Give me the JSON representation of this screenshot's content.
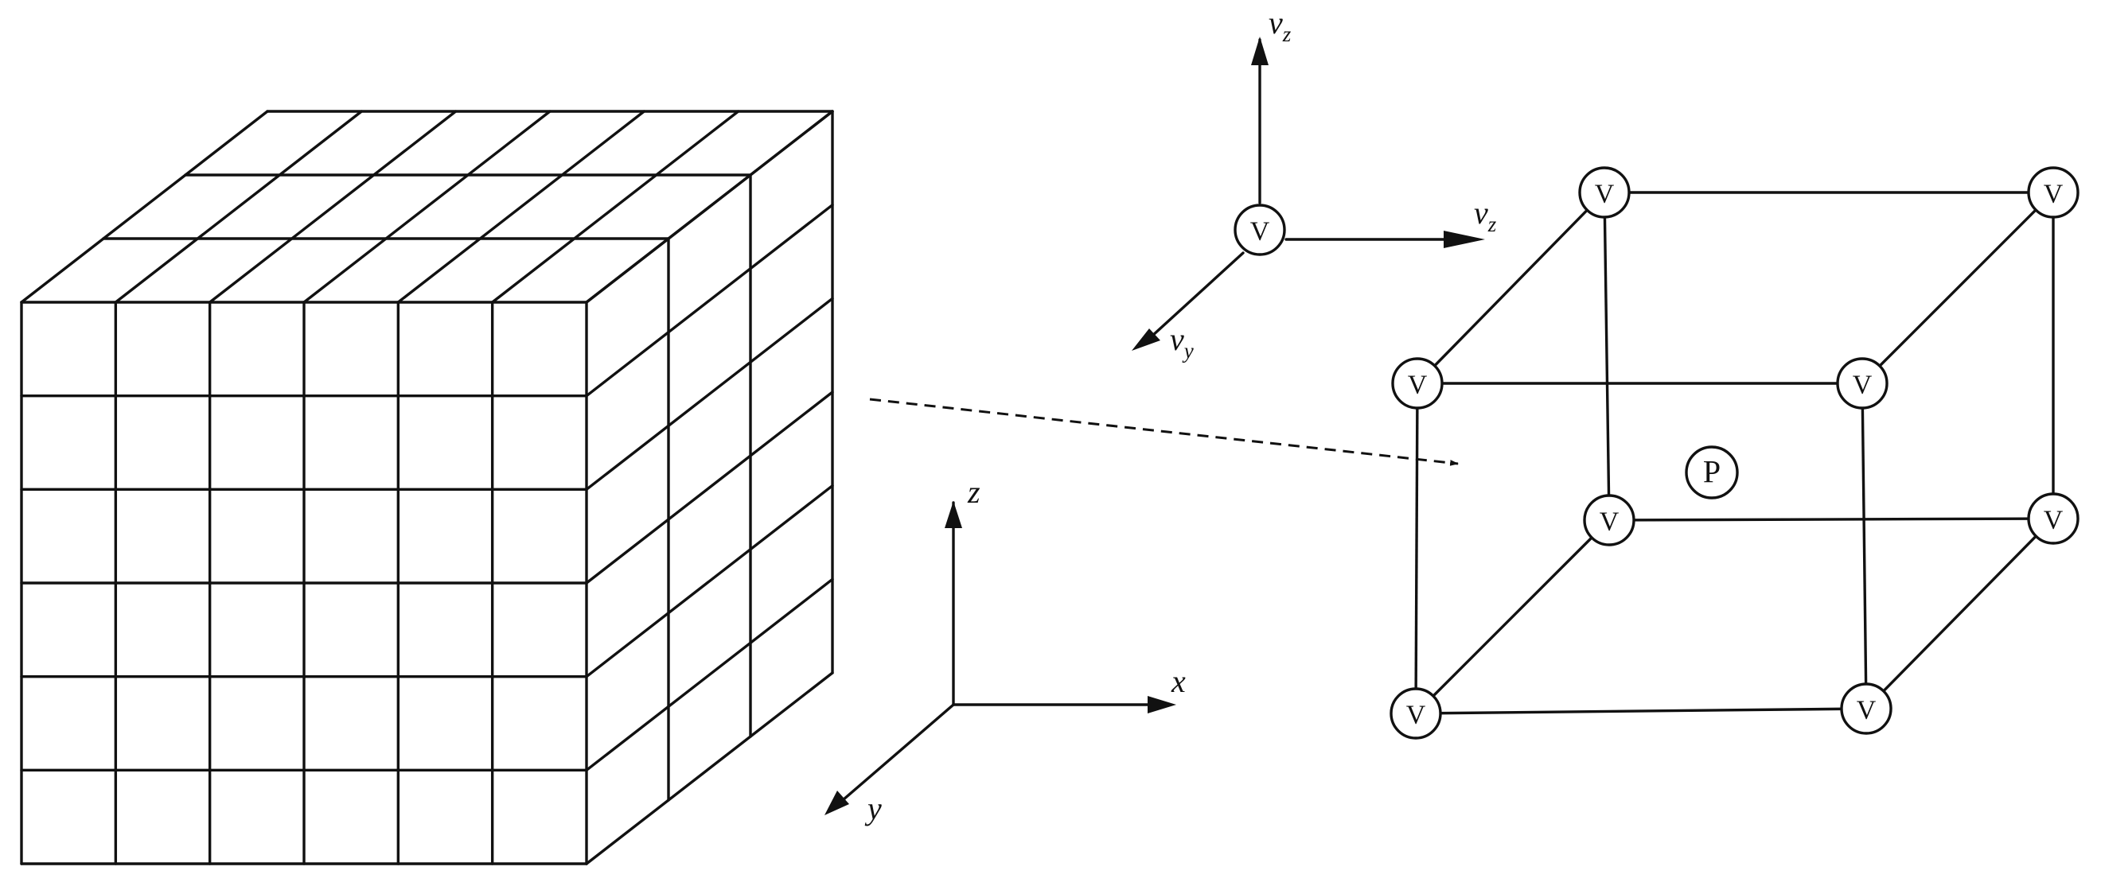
{
  "cube_grid": {
    "front_rows": 6,
    "front_cols": 6,
    "depth_layers": 3
  },
  "axes_xyz": {
    "x_label": "x",
    "y_label": "y",
    "z_label": "z"
  },
  "axes_velocity": {
    "up_label": {
      "base": "v",
      "sub": "z"
    },
    "right_label": {
      "base": "v",
      "sub": "z"
    },
    "diag_label": {
      "base": "v",
      "sub": "y"
    },
    "origin_node": "V"
  },
  "cell": {
    "vertex_label": "V",
    "center_label": "P"
  },
  "colors": {
    "stroke": "#111111",
    "background": "#ffffff"
  }
}
